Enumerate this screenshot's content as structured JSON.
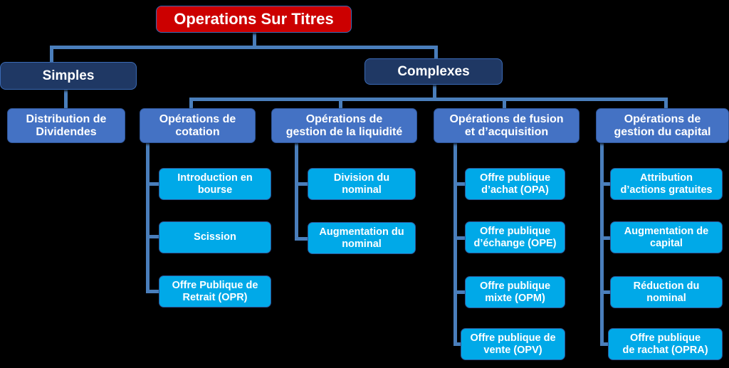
{
  "diagram": {
    "type": "tree-org-chart",
    "title": "Operations Sur Titres",
    "language": "fr",
    "colors": {
      "root_bg": "#CC0000",
      "level2_bg": "#1F3864",
      "level3_bg": "#4472C4",
      "leaf_bg": "#00A9E8",
      "connector": "#4A7EBB",
      "text": "#FFFFFF",
      "canvas": "#000000"
    },
    "root": {
      "label": "Operations Sur Titres"
    },
    "level2": [
      {
        "id": "simples",
        "label": "Simples"
      },
      {
        "id": "complexes",
        "label": "Complexes"
      }
    ],
    "level3": [
      {
        "id": "distribution",
        "parent": "simples",
        "label": "Distribution de\nDividendes"
      },
      {
        "id": "cotation",
        "parent": "complexes",
        "label": "Opérations de\ncotation"
      },
      {
        "id": "liquidite",
        "parent": "complexes",
        "label": "Opérations de\ngestion de la liquidité"
      },
      {
        "id": "fusion",
        "parent": "complexes",
        "label": "Opérations de fusion\net d’acquisition"
      },
      {
        "id": "capital",
        "parent": "complexes",
        "label": "Opérations de\ngestion du capital"
      }
    ],
    "leaves": {
      "cotation": [
        {
          "label": "Introduction en\nbourse"
        },
        {
          "label": "Scission"
        },
        {
          "label": "Offre Publique de\nRetrait (OPR)"
        }
      ],
      "liquidite": [
        {
          "label": "Division du\nnominal"
        },
        {
          "label": "Augmentation du\nnominal"
        }
      ],
      "fusion": [
        {
          "label": "Offre publique\nd’achat (OPA)"
        },
        {
          "label": "Offre publique\nd’échange (OPE)"
        },
        {
          "label": "Offre publique\nmixte (OPM)"
        },
        {
          "label": "Offre publique de\nvente (OPV)"
        }
      ],
      "capital": [
        {
          "label": "Attribution\nd’actions gratuites"
        },
        {
          "label": "Augmentation de\ncapital"
        },
        {
          "label": "Réduction du\nnominal"
        },
        {
          "label": "Offre publique\nde rachat (OPRA)"
        }
      ]
    }
  }
}
